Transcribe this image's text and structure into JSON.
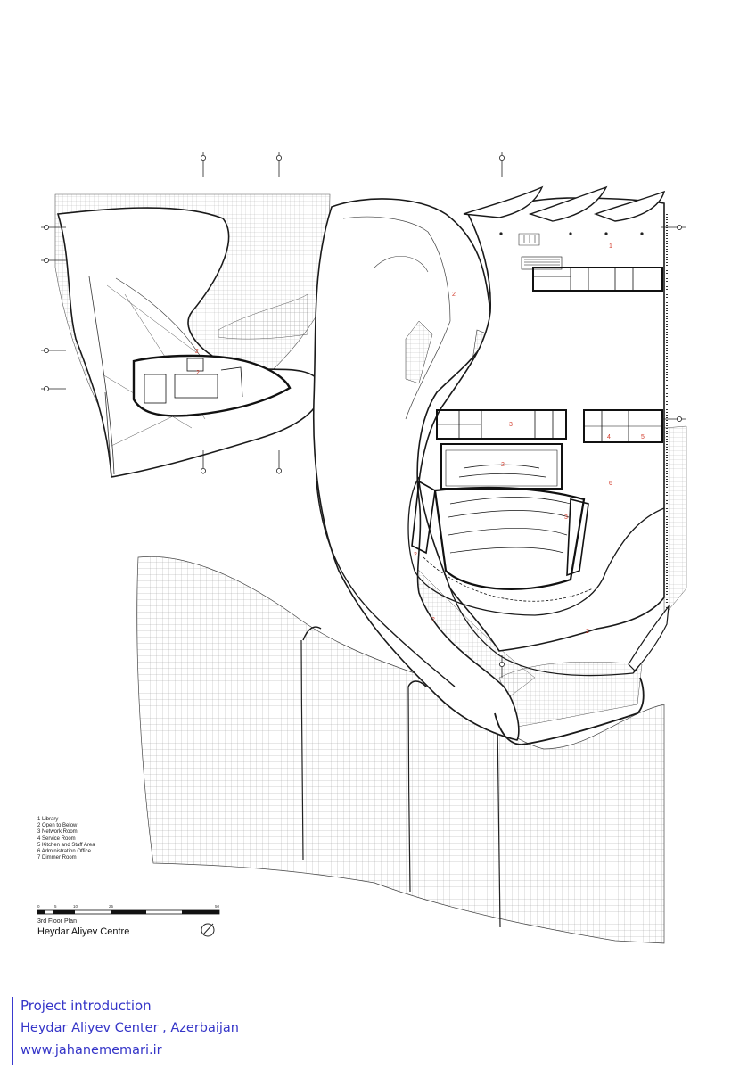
{
  "legend": [
    "1 Library",
    "2 Open to Below",
    "3 Network Room",
    "4 Service Room",
    "5 Kitchen and Staff Area",
    "6 Administration Office",
    "7 Dimmer Room"
  ],
  "scale_ticks": [
    "0",
    "5",
    "10",
    "25",
    "50"
  ],
  "plan_label": "3rd Floor Plan",
  "plan_title": "Heydar Aliyev Centre",
  "room_numbers": [
    "1",
    "2",
    "2",
    "2",
    "2",
    "2",
    "2",
    "2",
    "3",
    "3",
    "4",
    "5",
    "6"
  ],
  "footer": {
    "line1": "Project introduction",
    "line2": "Heydar Aliyev Center , Azerbaijan",
    "line3": "www.jahanememari.ir"
  },
  "colors": {
    "line": "#1a1a1a",
    "grid": "#9a9a9a",
    "room_number": "#d23b2b",
    "footer": "#3535c8"
  }
}
